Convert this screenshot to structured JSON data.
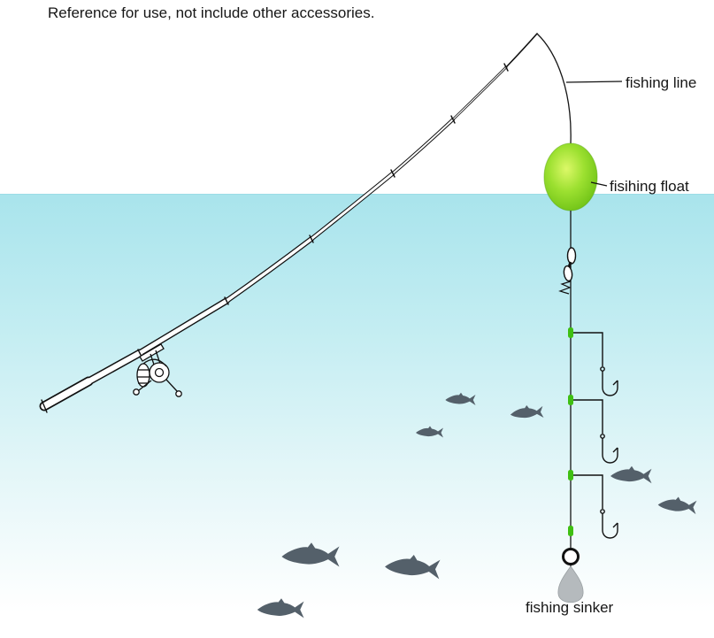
{
  "note": "Reference for use, not include other accessories.",
  "labels": {
    "line": "fishing line",
    "float": "fisihing float",
    "sinker": "fishing sinker"
  },
  "colors": {
    "water_top": "#a9e4ec",
    "float_green": "#8fdc2a",
    "float_highlight": "#d9f75e",
    "float_edge": "#5fb80d",
    "bead_green": "#3fbf12",
    "fish": "#54606a",
    "sinker_gray": "#b5babd",
    "line_black": "#151515"
  }
}
